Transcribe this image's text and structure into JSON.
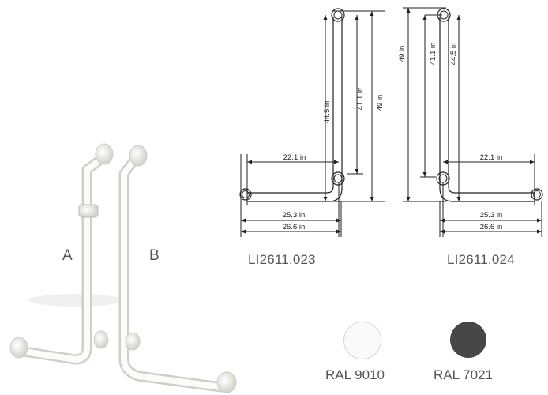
{
  "photo": {
    "label_a": "A",
    "label_b": "B"
  },
  "drawing_left": {
    "code": "LI2611.023",
    "dim_vertical_1": "44.5 in",
    "dim_vertical_2": "41.1 in",
    "dim_vertical_3": "49 in",
    "dim_horizontal_1": "22.1 in",
    "dim_horizontal_2": "25.3 in",
    "dim_horizontal_3": "26.6 in"
  },
  "drawing_right": {
    "code": "LI2611.024",
    "dim_vertical_1": "49 in",
    "dim_vertical_2": "41.1 in",
    "dim_vertical_3": "44.5 in",
    "dim_horizontal_1": "22.1 in",
    "dim_horizontal_2": "25.3 in",
    "dim_horizontal_3": "26.6 in"
  },
  "colors": {
    "white": {
      "label": "RAL 9010",
      "hex": "#fafafa"
    },
    "grey": {
      "label": "RAL 7021",
      "hex": "#474747"
    }
  }
}
